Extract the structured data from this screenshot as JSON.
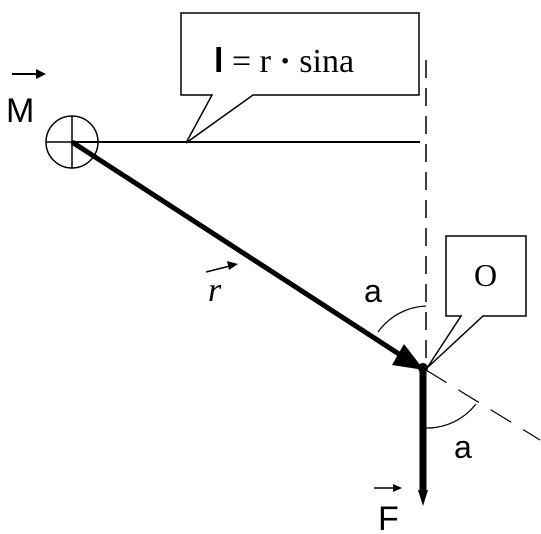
{
  "callout_formula": {
    "bold_part": "l",
    "rest": " = r",
    "dot": "·",
    "tail": "sina"
  },
  "labels": {
    "moment": "M",
    "radius": "r",
    "angle_top": "a",
    "angle_bottom": "a",
    "origin": "O",
    "force": "F"
  },
  "colors": {
    "stroke": "#000000",
    "background": "#ffffff"
  }
}
